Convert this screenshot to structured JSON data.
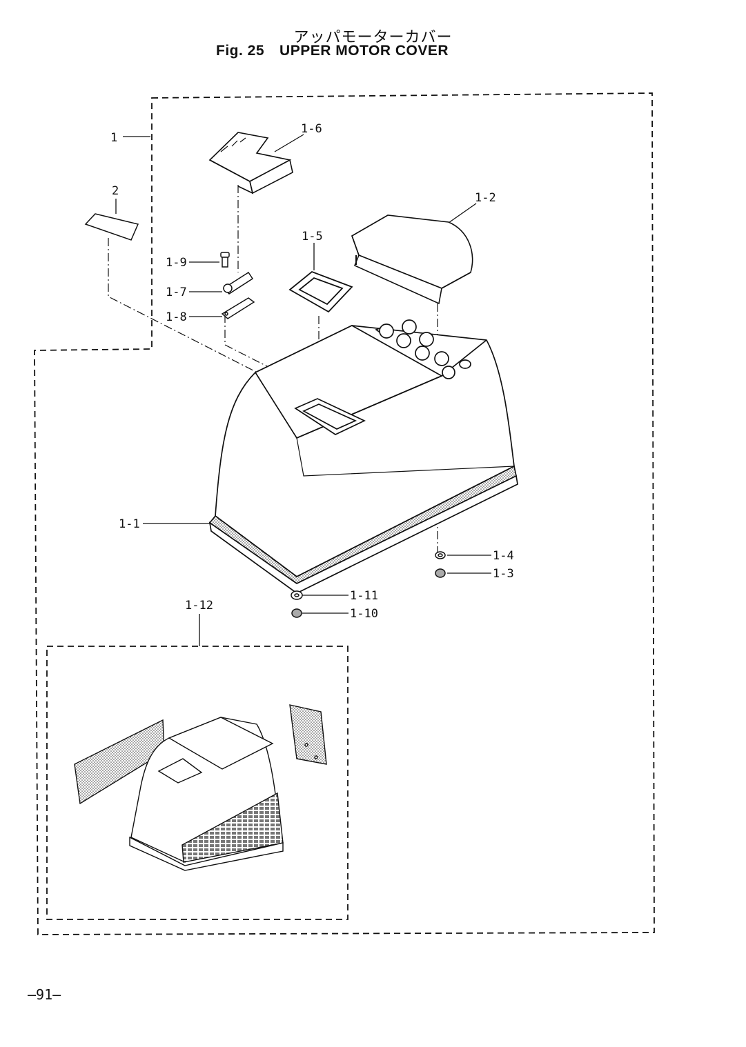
{
  "header": {
    "title_jp": "アッパモーターカバー",
    "fig_label": "Fig. 25",
    "title_en": "UPPER MOTOR COVER"
  },
  "callouts": [
    "1",
    "1-6",
    "2",
    "1-2",
    "1-5",
    "1-9",
    "1-7",
    "1-8",
    "1-1",
    "1-4",
    "1-3",
    "1-11",
    "1-10",
    "1-12"
  ],
  "page_number": "—91—"
}
